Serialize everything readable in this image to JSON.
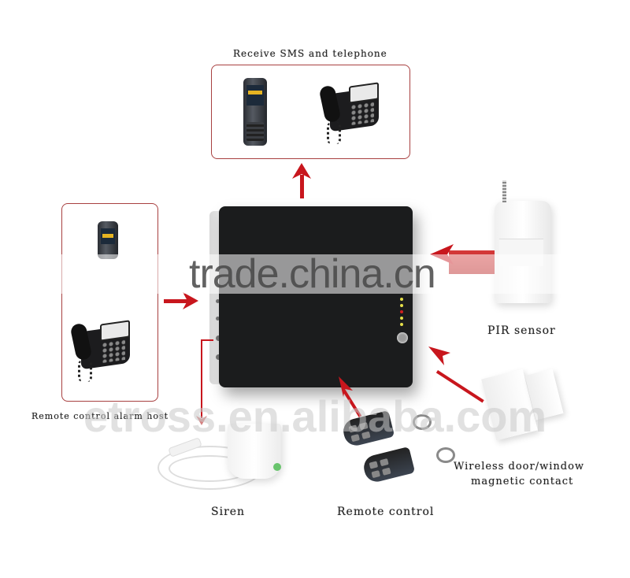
{
  "diagram": {
    "type": "product-connection-diagram",
    "center": {
      "name": "Alarm host",
      "leds": [
        "#e6e04a",
        "#e6e04a",
        "#d02020",
        "#e6e04a",
        "#e6e04a"
      ]
    },
    "nodes": {
      "receive": {
        "label": "Receive SMS and telephone",
        "items": [
          "mobile phone",
          "desk telephone"
        ],
        "direction": "out"
      },
      "remote_host": {
        "label": "Remote control alarm host",
        "items": [
          "mobile phone",
          "desk telephone"
        ],
        "direction": "in"
      },
      "pir": {
        "label": "PIR sensor",
        "direction": "in"
      },
      "door": {
        "label_line1": "Wireless door/window",
        "label_line2": "magnetic contact",
        "direction": "in"
      },
      "remote": {
        "label": "Remote control",
        "direction": "in"
      },
      "siren": {
        "label": "Siren",
        "direction": "out"
      }
    },
    "watermarks": {
      "primary": "trade.china.cn",
      "secondary": "etross.en.alibaba.com"
    },
    "colors": {
      "arrow": "#c8161d",
      "frame": "#a84040",
      "host": "#1b1c1d"
    }
  }
}
